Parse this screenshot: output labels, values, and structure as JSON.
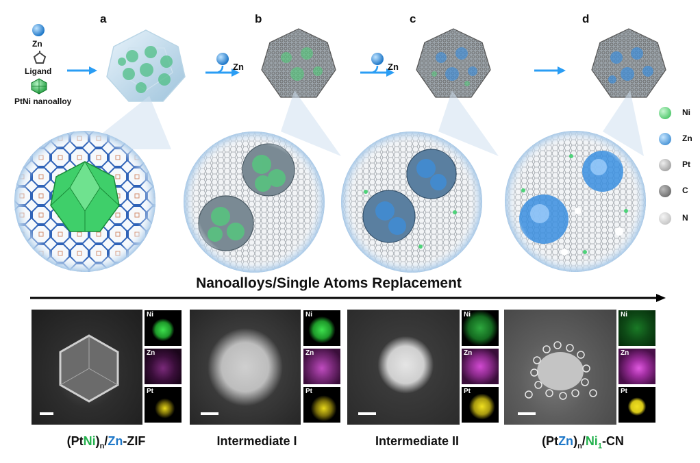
{
  "stage_labels": [
    "a",
    "b",
    "c",
    "d"
  ],
  "inputs": {
    "zn": "Zn",
    "ligand": "Ligand",
    "nanoalloy": "PtNi nanoalloy"
  },
  "zn_add_label": "Zn",
  "legend": [
    {
      "label": "Ni",
      "color": "#3cc85a"
    },
    {
      "label": "Zn",
      "color": "#3a8fe0"
    },
    {
      "label": "Pt",
      "color": "#9a9a9a"
    },
    {
      "label": "C",
      "color": "#6a6a6a"
    },
    {
      "label": "N",
      "color": "#c8c8c8"
    }
  ],
  "process_title": "Nanoalloys/Single Atoms Replacement",
  "map_labels": {
    "ni": "Ni",
    "zn": "Zn",
    "pt": "Pt"
  },
  "captions": [
    {
      "pre": "(Pt",
      "c1": "Ni",
      "mid": ")",
      "sub": "n",
      "slash": "/",
      "c2": "Zn",
      "post": "-ZIF"
    },
    {
      "text": "Intermediate I"
    },
    {
      "text": "Intermediate II"
    },
    {
      "pre": "(Pt",
      "c1": "Zn",
      "mid": ")",
      "sub": "n",
      "slash": "/",
      "c2": "Ni",
      "sub2": "1",
      "post": "-CN"
    }
  ],
  "colors": {
    "ni": "#22b14c",
    "zn": "#1f78c8",
    "arrow": "#2a9df4",
    "magenta": "#d23ad2",
    "yellow": "#e8d81a",
    "green": "#28c83c"
  }
}
